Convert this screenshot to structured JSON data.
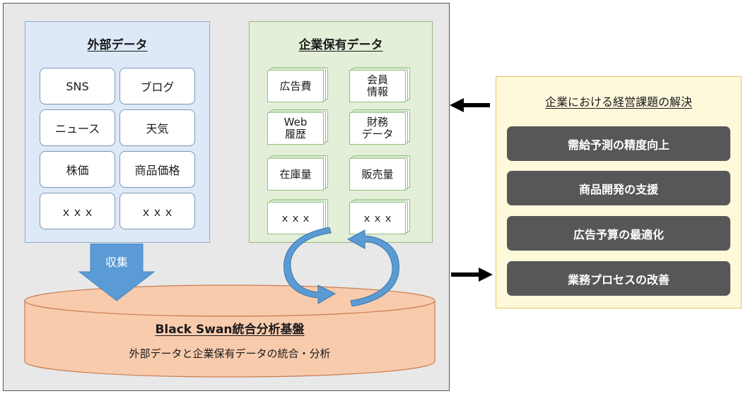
{
  "external_data": {
    "title": "外部データ",
    "items": [
      "SNS",
      "ブログ",
      "ニュース",
      "天気",
      "株価",
      "商品価格",
      "ｘｘｘ",
      "ｘｘｘ"
    ]
  },
  "company_data": {
    "title": "企業保有データ",
    "items": [
      "広告費",
      "会員\n情報",
      "Web\n履歴",
      "財務\nデータ",
      "在庫量",
      "販売量",
      "ｘｘｘ",
      "ｘｘｘ"
    ]
  },
  "collect_label": "収集",
  "platform": {
    "title": "Black Swan統合分析基盤",
    "subtitle": "外部データと企業保有データの統合・分析"
  },
  "business_issues": {
    "title": "企業における経営課題の解決",
    "items": [
      "需給予測の精度向上",
      "商品開発の支援",
      "広告予算の最適化",
      "業務プロセスの改善"
    ]
  },
  "colors": {
    "external_panel": "#dde9f6",
    "company_panel": "#e3efd9",
    "cylinder": "#f8cbad",
    "arrow_blue": "#5b9bd5",
    "issue_box": "#575757",
    "right_panel": "#fff9dc"
  }
}
